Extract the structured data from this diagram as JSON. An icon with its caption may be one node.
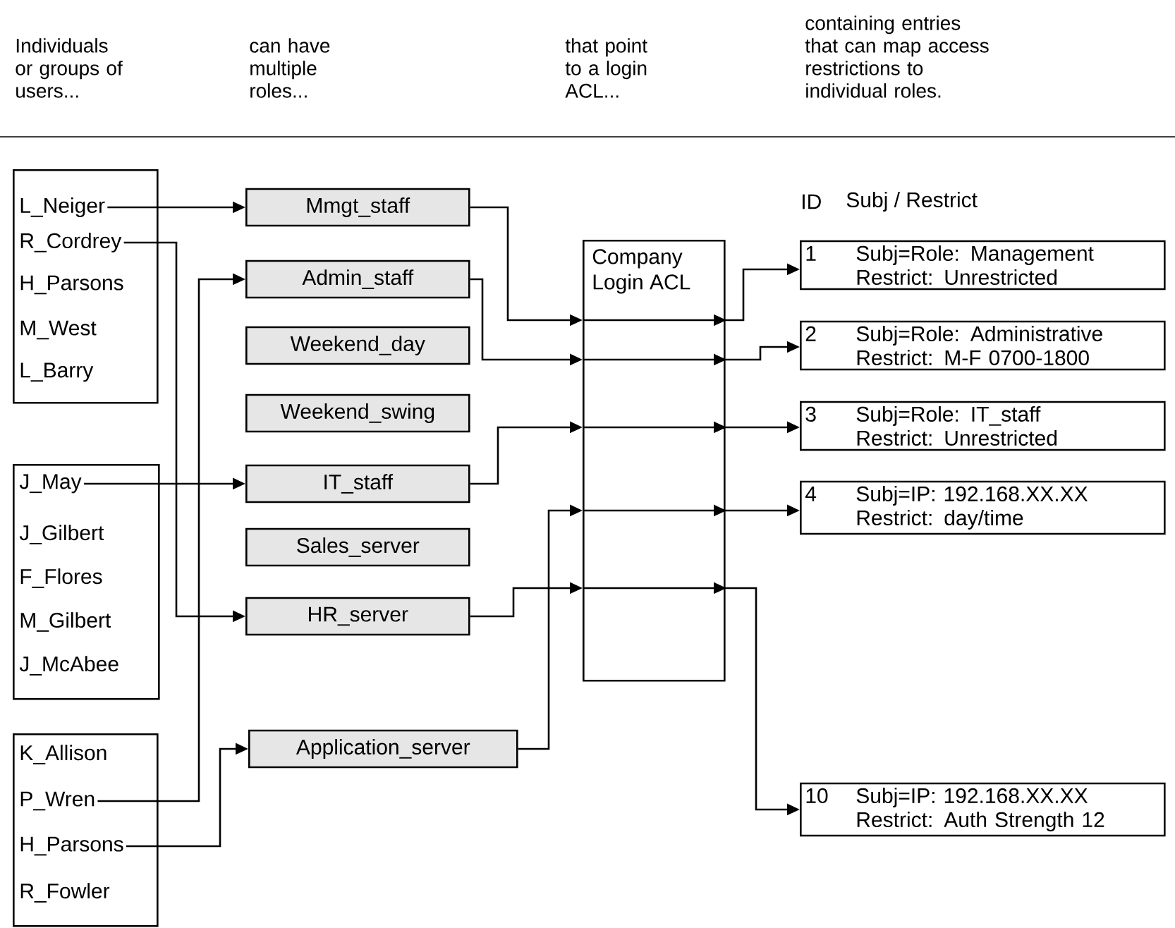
{
  "diagram": {
    "nodes": [
      {
        "text": [],
        "shape": "box"
      },
      {
        "text": [
          "L_Neiger"
        ],
        "in": 0
      },
      {
        "text": [
          "R_Cordrey"
        ],
        "in": 0
      },
      {
        "text": [
          "H_Parsons"
        ],
        "in": 0
      },
      {
        "text": [
          "M_West"
        ],
        "in": 0
      },
      {
        "text": [
          "L_Barry"
        ],
        "in": 0
      },
      {
        "text": [],
        "shape": "box"
      },
      {
        "text": [
          "J_May"
        ],
        "in": 6
      },
      {
        "text": [
          "J_Gilbert"
        ],
        "in": 6
      },
      {
        "text": [
          "F_Flores"
        ],
        "in": 6
      },
      {
        "text": [
          "M_Gilbert"
        ],
        "in": 6
      },
      {
        "text": [
          "J_McAbee"
        ],
        "in": 6
      },
      {
        "text": [],
        "shape": "box"
      },
      {
        "text": [
          "K_Allison"
        ],
        "in": 12
      },
      {
        "text": [
          "P_Wren"
        ],
        "in": 12
      },
      {
        "text": [
          "H_Parsons"
        ],
        "in": 12
      },
      {
        "text": [
          "R_Fowler"
        ],
        "in": 12
      },
      {
        "text": [
          "Mmgt_staff"
        ]
      },
      {
        "text": [
          "Admin_staff"
        ]
      },
      {
        "text": [
          "Weekend_day"
        ]
      },
      {
        "text": [
          "Weekend_swing"
        ]
      },
      {
        "text": [
          "IT_staff"
        ]
      },
      {
        "text": [
          "Sales_server"
        ]
      },
      {
        "text": [
          "HR_server"
        ]
      },
      {
        "text": [
          "Application_server"
        ]
      },
      {
        "text": [
          "Company Login ACL"
        ]
      },
      {
        "text": [
          "1",
          "Subj=Role: Management",
          "Restrict: Unrestricted"
        ]
      },
      {
        "text": [
          "2",
          "Subj=Role: Administrative",
          "Restrict: M-F 0700-1800"
        ]
      },
      {
        "text": [
          "3",
          "Subj=Role: IT_staff",
          "Restrict: Unrestricted"
        ]
      },
      {
        "text": [
          "4",
          "Subj=IP: 192.168.XX.XX",
          "Restrict: day/time"
        ]
      },
      {
        "text": [
          "10",
          "Subj=IP: 192.168.XX.XX",
          "Restrict: Auth Strength 12"
        ]
      }
    ],
    "edges": [
      {
        "from": 1,
        "to": 17,
        "arrow": "to"
      },
      {
        "from": 2,
        "to": 23,
        "arrow": "to"
      },
      {
        "from": 7,
        "to": 21,
        "arrow": "to"
      },
      {
        "from": 14,
        "to": 18,
        "arrow": "to"
      },
      {
        "from": 15,
        "to": 24,
        "arrow": "to"
      },
      {
        "from": 17,
        "to": 25,
        "arrow": "to"
      },
      {
        "from": 18,
        "to": 25,
        "arrow": "to"
      },
      {
        "from": 21,
        "to": 25,
        "arrow": "to"
      },
      {
        "from": 23,
        "to": 25,
        "arrow": "to"
      },
      {
        "from": 24,
        "to": 25,
        "arrow": "to"
      },
      {
        "from": 25,
        "to": 26,
        "arrow": "to"
      },
      {
        "from": 25,
        "to": 27,
        "arrow": "to"
      },
      {
        "from": 25,
        "to": 28,
        "arrow": "to"
      },
      {
        "from": 25,
        "to": 29,
        "arrow": "to"
      },
      {
        "from": 25,
        "to": 30,
        "arrow": "to"
      }
    ],
    "labels": [
      "Individuals or groups of users...",
      "can have multiple roles...",
      "that point to a login ACL...",
      "containing entries that can map access restrictions to individual roles.",
      "ID",
      "Subj / Restrict"
    ]
  }
}
